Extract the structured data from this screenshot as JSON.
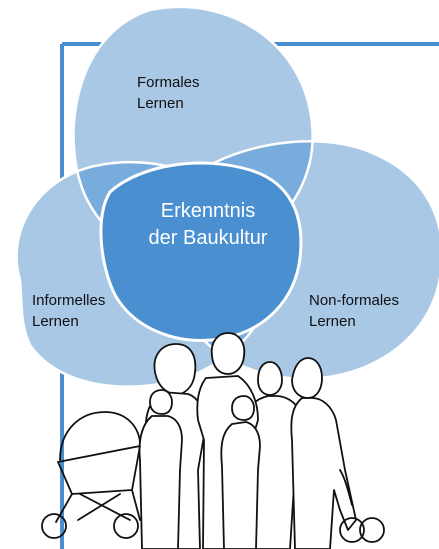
{
  "venn": {
    "top": {
      "line1": "Formales",
      "line2": "Lernen"
    },
    "left": {
      "line1": "Informelles",
      "line2": "Lernen"
    },
    "right": {
      "line1": "Non-formales",
      "line2": "Lernen"
    },
    "center": {
      "line1": "Erkenntnis",
      "line2": "der Baukultur"
    }
  },
  "colors": {
    "frame": "#4a8fd0",
    "circle_fill": "#a8c8e6",
    "overlap_fill": "#78acdc",
    "center_fill": "#4a8fd0",
    "outline": "#ffffff",
    "figure_stroke": "#111111"
  },
  "icons": [
    "family-group-illustration",
    "stroller-icon"
  ]
}
